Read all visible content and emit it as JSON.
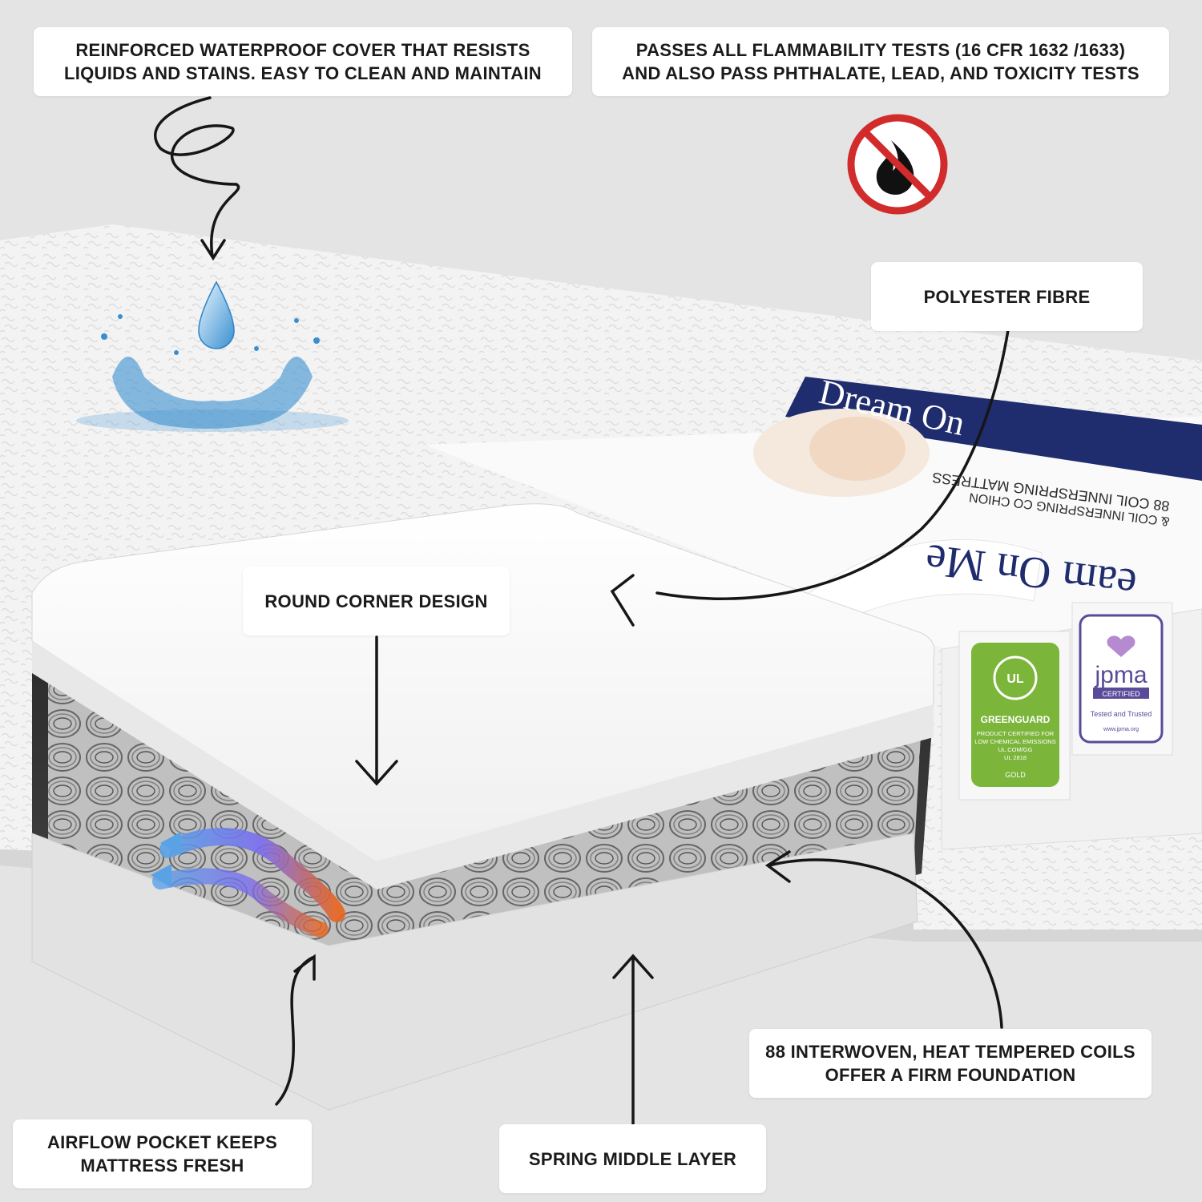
{
  "callouts": {
    "waterproof": "REINFORCED WATERPROOF COVER THAT RESISTS\nLIQUIDS AND STAINS. EASY TO CLEAN AND MAINTAIN",
    "flammability": "PASSES ALL FLAMMABILITY TESTS (16 CFR 1632 /1633)\nAND ALSO PASS PHTHALATE, LEAD, AND TOXICITY TESTS",
    "polyester": "POLYESTER FIBRE",
    "round_corner": "ROUND CORNER DESIGN",
    "coils": "88 INTERWOVEN, HEAT TEMPERED COILS\nOFFER A FIRM FOUNDATION",
    "airflow": "AIRFLOW POCKET KEEPS\nMATTRESS FRESH",
    "spring": "SPRING MIDDLE LAYER"
  },
  "packaging": {
    "brand_banner": "Dream On",
    "brand_script": "eam On Me",
    "product_line1": "88 COIL INNERSPRING MATTRESS",
    "product_line2": "& COIL INNERSPRING CO CHION"
  },
  "badges": {
    "greenguard": {
      "logo": "UL",
      "title": "GREENGUARD",
      "line1": "PRODUCT CERTIFIED FOR",
      "line2": "LOW CHEMICAL EMISSIONS",
      "line3": "UL.COM/GG",
      "line4": "UL 2818",
      "level": "GOLD"
    },
    "jpma": {
      "logo": "jpma",
      "certified": "CERTIFIED",
      "tagline": "Tested and Trusted",
      "site": "www.jpma.org"
    }
  },
  "icons": {
    "water": "water-drop-splash-icon",
    "no_fire": "no-flame-icon",
    "airflow": "airflow-arrows-icon"
  },
  "colors": {
    "background": "#e4e4e4",
    "callout_bg": "#ffffff",
    "text": "#1b1b1b",
    "banner_navy": "#1f2c6e",
    "prohibit_red": "#d12b2b",
    "greenguard_green": "#7bb53a",
    "jpma_purple": "#5a4a9a",
    "water_blue": "#3a8fd0",
    "air_cool": "#5aa2e6",
    "air_warm": "#e8641e"
  }
}
